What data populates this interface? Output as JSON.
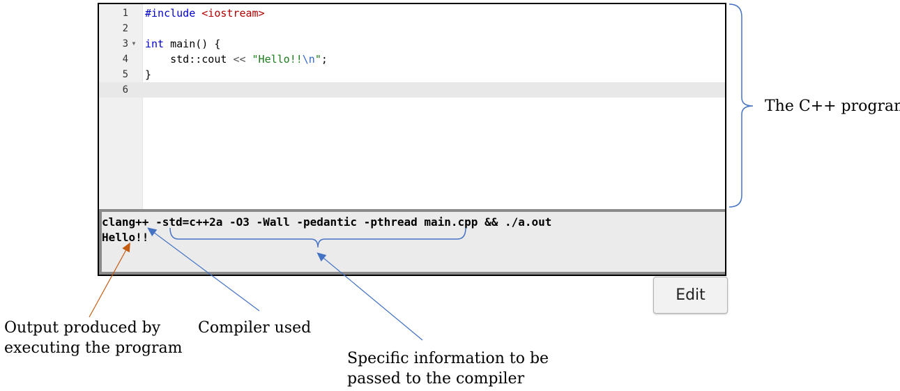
{
  "editor": {
    "line_numbers": [
      "1",
      "2",
      "3",
      "4",
      "5",
      "6"
    ],
    "lines": [
      {
        "segments": [
          {
            "text": "#include ",
            "style": "kw"
          },
          {
            "text": "<iostream>",
            "style": "inc"
          }
        ]
      },
      {
        "segments": []
      },
      {
        "segments": [
          {
            "text": "int",
            "style": "kw"
          },
          {
            "text": " main() {",
            "style": "plain"
          }
        ]
      },
      {
        "segments": [
          {
            "text": "    std::cout ",
            "style": "plain"
          },
          {
            "text": "<<",
            "style": "op"
          },
          {
            "text": " ",
            "style": "plain"
          },
          {
            "text": "\"Hello!!",
            "style": "str"
          },
          {
            "text": "\\n",
            "style": "esc"
          },
          {
            "text": "\"",
            "style": "str"
          },
          {
            "text": ";",
            "style": "plain"
          }
        ]
      },
      {
        "segments": [
          {
            "text": "}",
            "style": "plain"
          }
        ]
      },
      {
        "segments": []
      }
    ],
    "active_line": 6,
    "fold_marker_line": 3
  },
  "console": {
    "command": "clang++ -std=c++2a -O3 -Wall -pedantic -pthread main.cpp && ./a.out",
    "output": "Hello!!"
  },
  "edit_button": {
    "label": "Edit"
  },
  "annotations": {
    "program": "The C++ program",
    "output_line1": "Output produced by",
    "output_line2": "executing the program",
    "compiler": "Compiler used",
    "flags_line1": "Specific information to be",
    "flags_line2": "passed to the compiler"
  },
  "colors": {
    "bracket": "#4472c4",
    "output_arrow": "#c55a11",
    "keyword": "#0000cc",
    "string": "#1a7d1a",
    "include_path": "#b00000"
  }
}
